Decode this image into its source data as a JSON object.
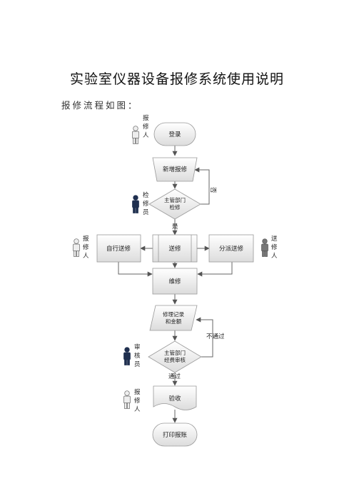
{
  "page": {
    "title": "实验室仪器设备报修系统使用说明",
    "intro": "报修流程如图："
  },
  "flowchart": {
    "nodes": {
      "login": "登录",
      "new_request": "新增报修",
      "decision_check": [
        "主管部门",
        "检修"
      ],
      "send_repair": "送修",
      "self_repair": "自行送修",
      "dispatch_repair": "分派送修",
      "repair": "维修",
      "record": [
        "修理记录",
        "和金额"
      ],
      "decision_review": [
        "主管部门",
        "经费审核"
      ],
      "acceptance": "验收",
      "print_form": "打印报账"
    },
    "edges": {
      "no": "否",
      "yes": "是",
      "fail": "不通过",
      "pass": "通过"
    },
    "roles": {
      "reporter_1": [
        "报",
        "修",
        "人"
      ],
      "inspector": [
        "检",
        "修",
        "员"
      ],
      "reporter_2": [
        "报",
        "修",
        "人"
      ],
      "sender": [
        "送",
        "修",
        "人"
      ],
      "auditor": [
        "审",
        "核",
        "员"
      ],
      "reporter_3": [
        "报",
        "修",
        "人"
      ]
    },
    "role_colors": {
      "reporter": "#eeeeee",
      "inspector": "#1f2f4f",
      "sender": "#777777",
      "auditor": "#1f2f4f"
    }
  }
}
